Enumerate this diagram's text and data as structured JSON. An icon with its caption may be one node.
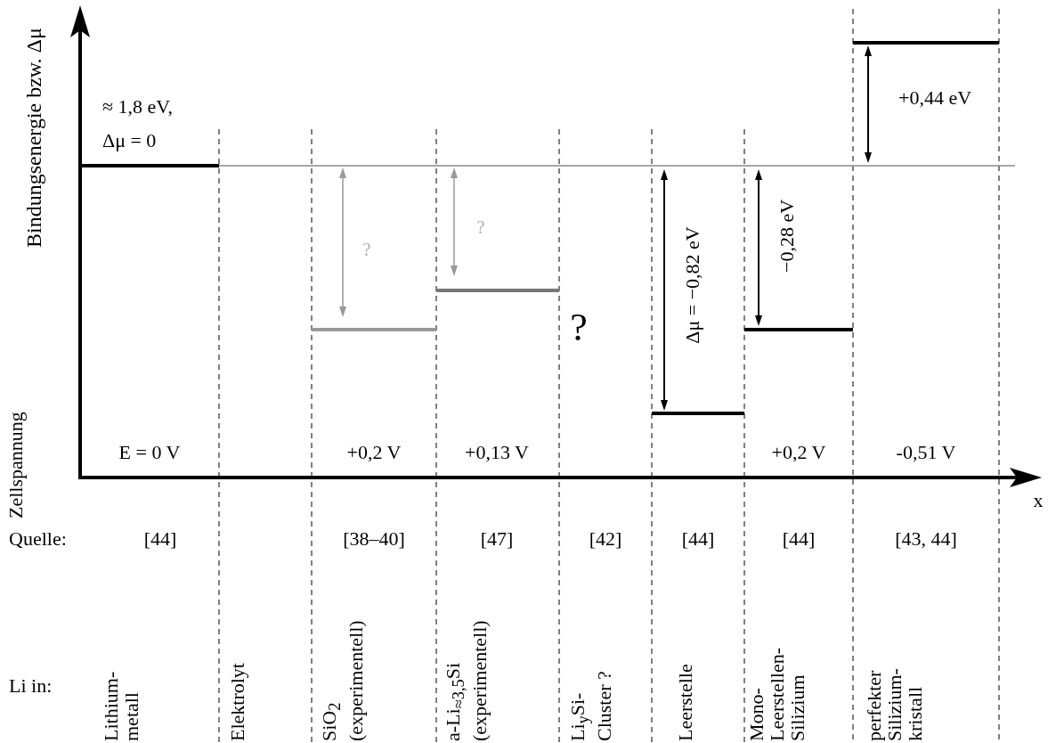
{
  "diagram": {
    "labels": [
      "Bindungsenergie bzw. Δμ",
      "Zellspannung",
      "≈ 1,8 eV,",
      "Δμ = 0",
      "?",
      "?",
      "?",
      "Δμ = −0,82 eV",
      "−0,28 eV",
      "+0,44 eV",
      "E = 0 V",
      "+0,2 V",
      "+0,13 V",
      "+0,2 V",
      "-0,51 V",
      "x",
      "Quelle:",
      "[44]",
      "[38–40]",
      "[47]",
      "[42]",
      "[44]",
      "[44]",
      "[43, 44]",
      "Li in:",
      "Lithium- metall",
      "Elektrolyt",
      "SiO$_{2}$ (experimentell)",
      "a-Li$_{≈3,5}$Si (experimentell)",
      "Li$_{y}$Si- Cluster ?",
      "Leerstelle",
      "Mono- Leerstellen- Silizium",
      "perfekter Silizium- kristall"
    ]
  }
}
